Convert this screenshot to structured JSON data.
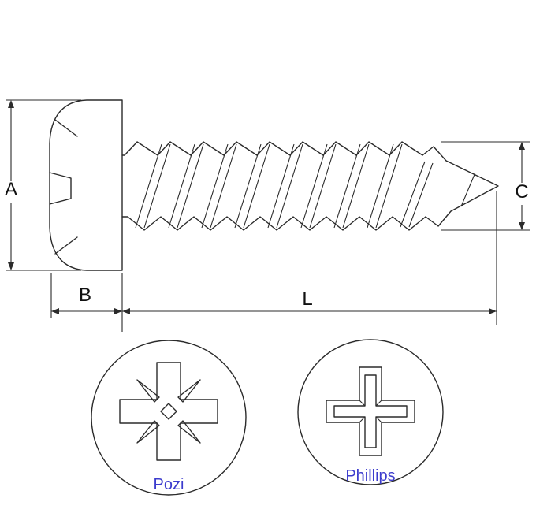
{
  "diagram": {
    "type": "technical drawing",
    "subject": "Pan head self-tapping screw with dimension callouts and drive recess details",
    "dimensions": {
      "head_height_label": "A",
      "head_length_label": "B",
      "thread_diameter_label": "C",
      "screw_length_label": "L"
    },
    "drives": [
      {
        "label": "Pozi"
      },
      {
        "label": "Phillips"
      }
    ],
    "colors": {
      "line": "#2b2b2b",
      "drive_label_text": "#3c3ccd",
      "background": "#ffffff"
    }
  }
}
